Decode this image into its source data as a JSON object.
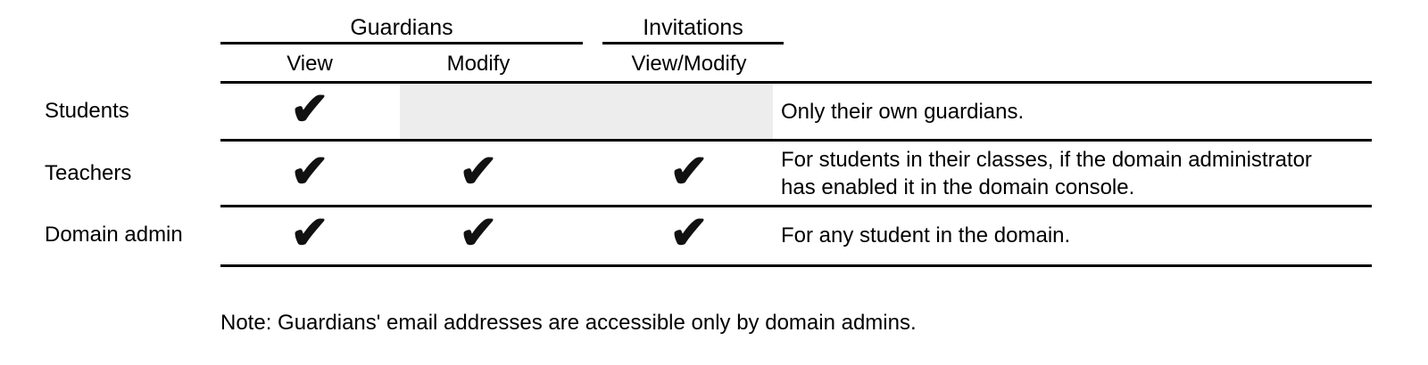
{
  "colors": {
    "text": "#000000",
    "rule": "#000000",
    "shaded_cell": "#ededed",
    "checkmark": "#111111"
  },
  "icons": {
    "checkmark": "✔"
  },
  "table": {
    "group_headers": [
      {
        "label": "Guardians"
      },
      {
        "label": "Invitations"
      }
    ],
    "sub_headers": [
      "View",
      "Modify",
      "View/Modify"
    ],
    "rows": [
      {
        "label": "Students",
        "checks": {
          "guardians_view": "✔",
          "guardians_modify": "",
          "invitations_view_modify": ""
        },
        "note_lines": [
          "Only their own guardians."
        ]
      },
      {
        "label": "Teachers",
        "checks": {
          "guardians_view": "✔",
          "guardians_modify": "✔",
          "invitations_view_modify": "✔"
        },
        "note_lines": [
          "For students in their classes, if the domain administrator",
          "has enabled it in the domain console."
        ]
      },
      {
        "label": "Domain admin",
        "checks": {
          "guardians_view": "✔",
          "guardians_modify": "✔",
          "invitations_view_modify": "✔"
        },
        "note_lines": [
          "For any student in the domain."
        ]
      }
    ],
    "footnote": "Note: Guardians' email addresses are accessible only by domain admins."
  }
}
